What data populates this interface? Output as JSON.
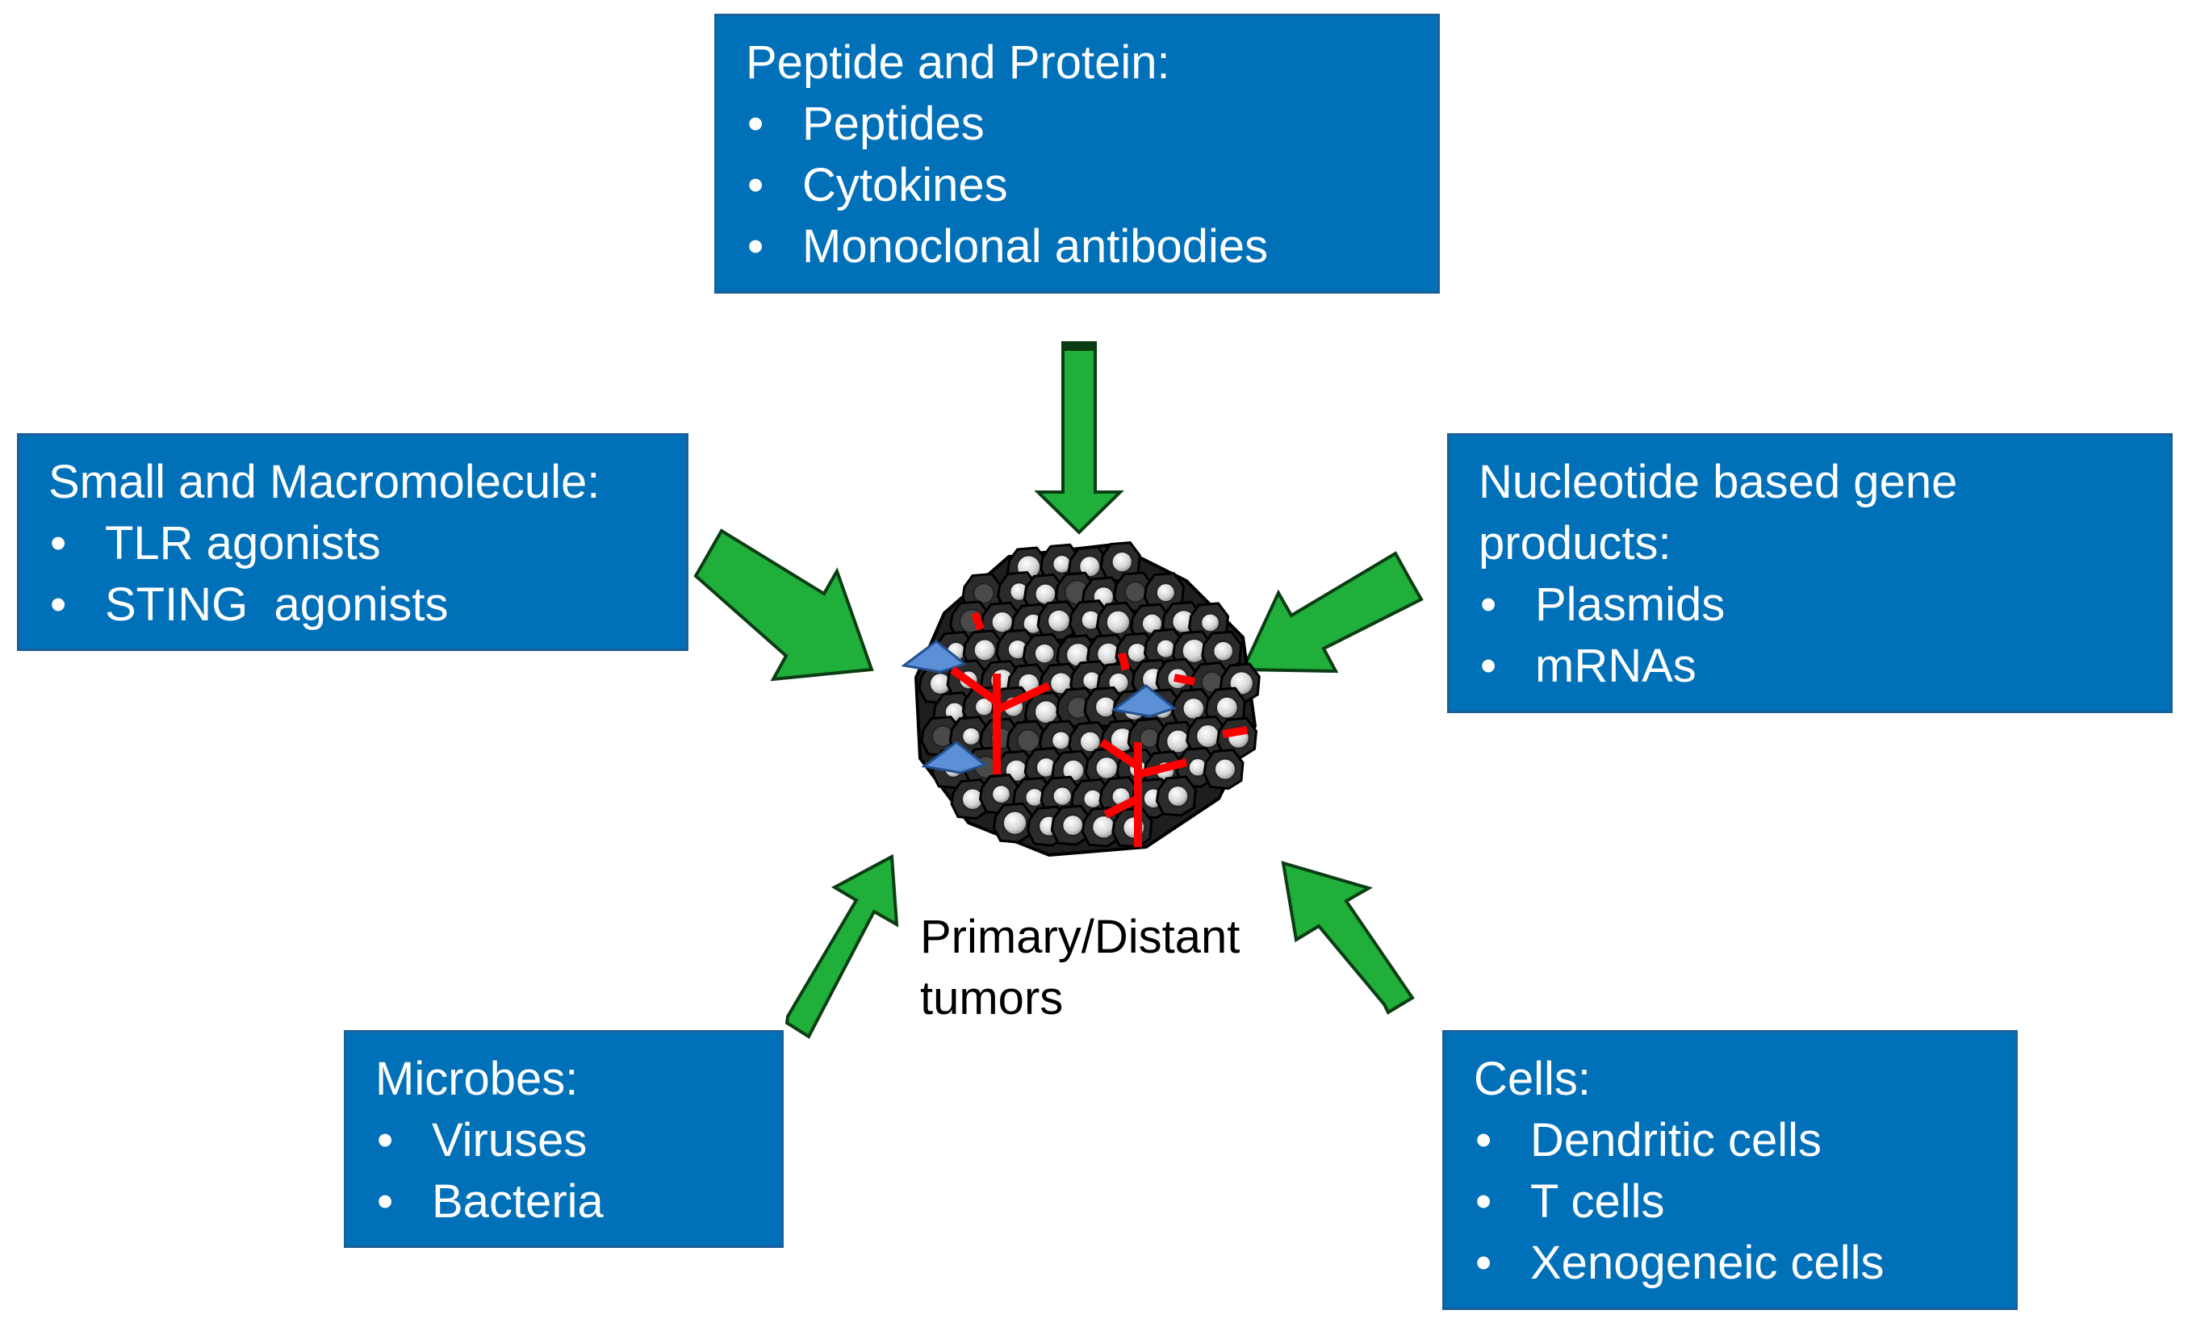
{
  "center": {
    "label_line1": "Primary/Distant",
    "label_line2": "tumors"
  },
  "boxes": {
    "peptide": {
      "title": "Peptide and Protein:",
      "items": [
        "Peptides",
        "Cytokines",
        "Monoclonal antibodies"
      ]
    },
    "small": {
      "title": "Small and Macromolecule:",
      "items": [
        "TLR agonists",
        "STING  agonists"
      ]
    },
    "nucleotide": {
      "title_line1": "Nucleotide based gene",
      "title_line2": "products:",
      "items": [
        "Plasmids",
        "mRNAs"
      ]
    },
    "microbes": {
      "title": "Microbes:",
      "items": [
        "Viruses",
        "Bacteria"
      ]
    },
    "cells": {
      "title": "Cells:",
      "items": [
        "Dendritic cells",
        "T cells",
        "Xenogeneic cells"
      ]
    }
  },
  "colors": {
    "box_fill": "#0070B8",
    "box_text": "#FFFFFF",
    "arrow_fill": "#1FAF3A",
    "arrow_outline": "#0B3D14",
    "tumor_cells": "#2b2b2b",
    "vessels": "#FF0000"
  }
}
